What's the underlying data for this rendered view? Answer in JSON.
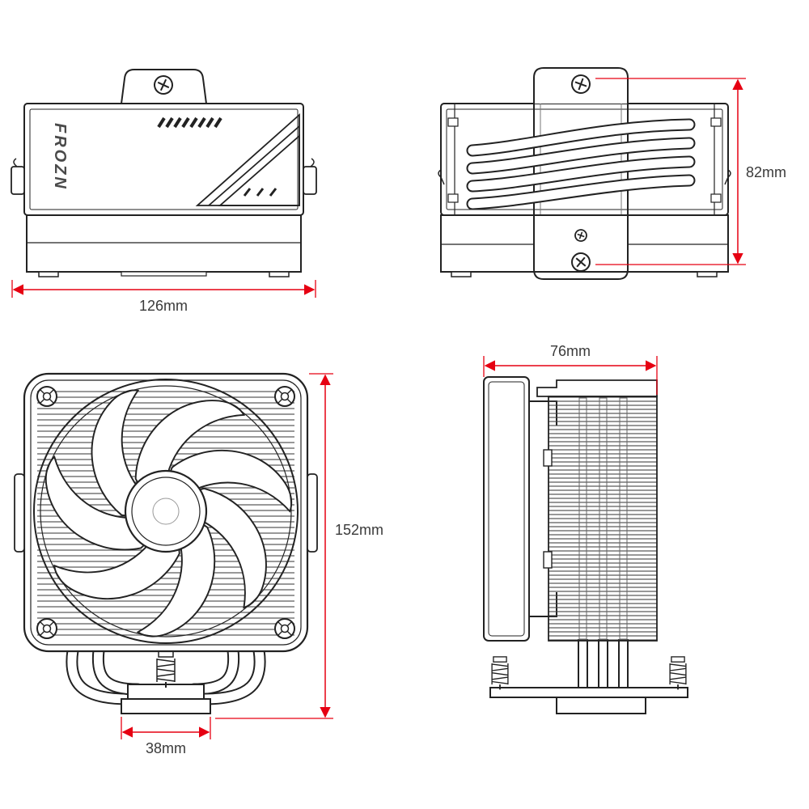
{
  "drawing": {
    "brand": "FROZN",
    "views": {
      "top": {
        "width_label": "126mm"
      },
      "rear": {
        "height_label": "82mm"
      },
      "front": {
        "height_label": "152mm",
        "base_width_label": "38mm"
      },
      "side": {
        "width_label": "76mm"
      }
    },
    "colors": {
      "line": "#222222",
      "dimension_line": "#e60012",
      "dimension_text": "#3a3a3a",
      "background": "#ffffff"
    }
  }
}
